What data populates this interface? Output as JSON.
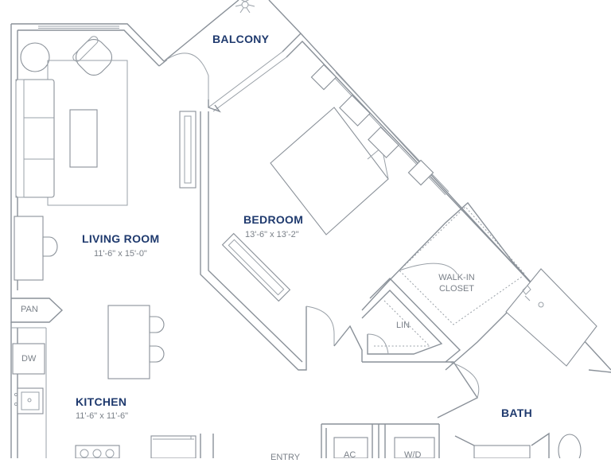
{
  "rooms": {
    "balcony": {
      "name": "BALCONY"
    },
    "bedroom": {
      "name": "BEDROOM",
      "dimensions": "13'-6\" x 13'-2\""
    },
    "living_room": {
      "name": "LIVING ROOM",
      "dimensions": "11'-6\" x 15'-0\""
    },
    "kitchen": {
      "name": "KITCHEN",
      "dimensions": "11'-6\" x 11'-6\""
    },
    "bath": {
      "name": "BATH"
    },
    "walk_in_closet": {
      "line1": "WALK-IN",
      "line2": "CLOSET"
    },
    "linen": {
      "name": "LIN"
    },
    "pantry": {
      "name": "PAN"
    },
    "entry": {
      "name": "ENTRY"
    }
  },
  "appliances": {
    "dishwasher": "DW",
    "ac": "AC",
    "washer_dryer": "W/D"
  },
  "colors": {
    "label": "#1f3a6e",
    "dimension_text": "#7a8088",
    "wall": "#8a9199",
    "background": "#ffffff"
  }
}
